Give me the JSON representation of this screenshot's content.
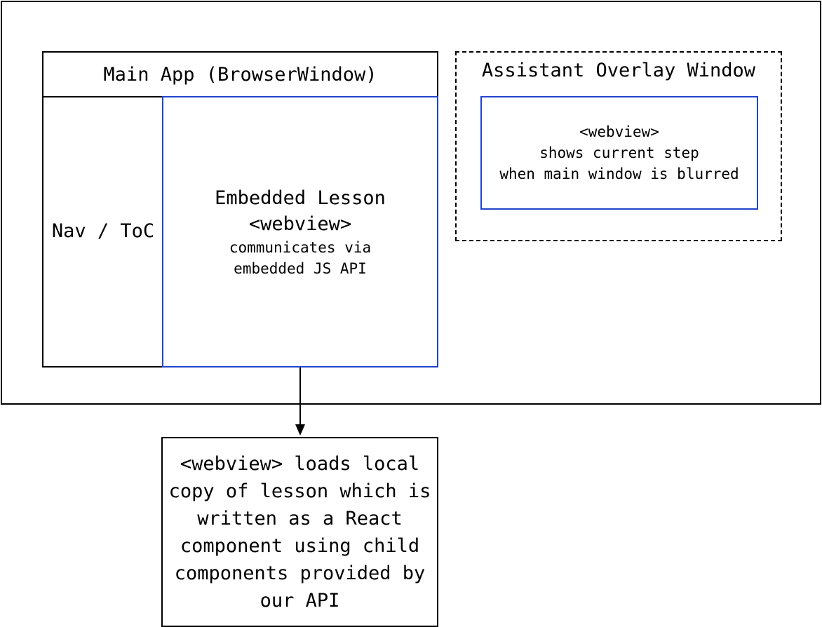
{
  "main_app": {
    "title": "Main App (BrowserWindow)",
    "nav_label": "Nav / ToC",
    "lesson": {
      "line1": "Embedded Lesson",
      "line2": "<webview>",
      "line3": "communicates via",
      "line4": "embedded JS API"
    }
  },
  "assistant_overlay": {
    "title": "Assistant Overlay Window",
    "inner": {
      "line1": "<webview>",
      "line2": "shows current step",
      "line3": "when main window is blurred"
    }
  },
  "note": {
    "text": "<webview> loads local\ncopy of lesson which is\nwritten as a React\ncomponent using child\ncomponents provided by\nour API"
  },
  "colors": {
    "outline": "#000000",
    "webview_border": "#2244cc"
  }
}
